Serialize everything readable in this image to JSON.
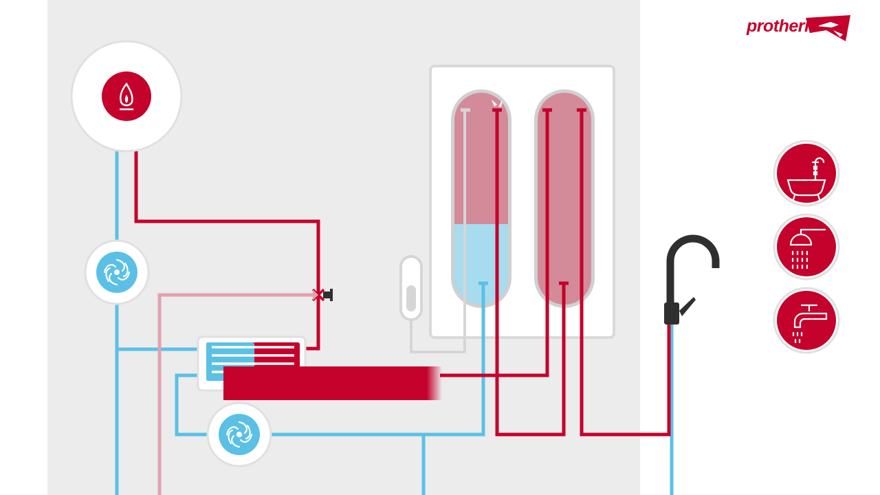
{
  "brand": {
    "name": "protherm",
    "color": "#c4022b"
  },
  "colors": {
    "hot": "#c4022b",
    "cold": "#5bc0e6",
    "return_light": "#e3a2ae",
    "tank_hot": "#d38b99",
    "tank_cold": "#a7dcef",
    "panel": "#ececec",
    "grey_pipe": "#d6d6d6",
    "dark": "#2f2f2f"
  },
  "tanks": [
    {
      "name": "tank-left",
      "cold_fraction": 0.38
    },
    {
      "name": "tank-right",
      "cold_fraction": 0
    }
  ],
  "icons": {
    "boiler": "flame-icon",
    "pump_top": "pump-icon",
    "pump_bottom": "pump-icon",
    "valve": "three-way-valve-icon",
    "thermostat": "thermostat-icon",
    "tap": "kitchen-faucet-icon"
  },
  "applications": [
    {
      "name": "bathtub-button",
      "icon": "bathtub-icon"
    },
    {
      "name": "shower-button",
      "icon": "shower-icon"
    },
    {
      "name": "tap-button",
      "icon": "tap-icon"
    }
  ]
}
